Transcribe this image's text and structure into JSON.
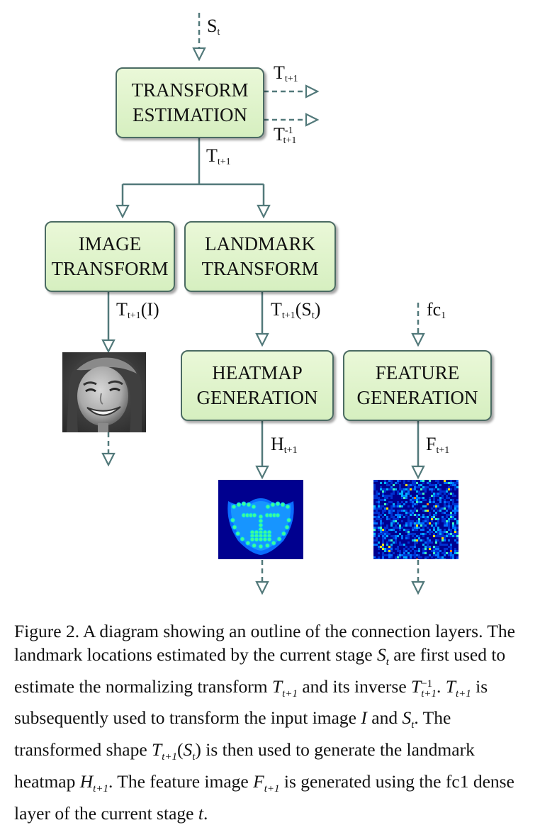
{
  "boxes": {
    "transform_estimation": [
      "TRANSFORM",
      "ESTIMATION"
    ],
    "image_transform": [
      "IMAGE",
      "TRANSFORM"
    ],
    "landmark_transform": [
      "LANDMARK",
      "TRANSFORM"
    ],
    "heatmap_generation": [
      "HEATMAP",
      "GENERATION"
    ],
    "feature_generation": [
      "FEATURE",
      "GENERATION"
    ]
  },
  "labels": {
    "s_t": {
      "base": "S",
      "sub": "t"
    },
    "t_out": {
      "base": "T",
      "sub": "t+1"
    },
    "t_inv_out": {
      "base": "T",
      "sub": "t+1",
      "sup": "-1"
    },
    "t_down": {
      "base": "T",
      "sub": "t+1"
    },
    "t_image": {
      "base": "T",
      "sub": "t+1",
      "suffix": "(I)"
    },
    "t_landmark": {
      "base": "T",
      "sub": "t+1",
      "suffix": "(S",
      "suffix_sub": "t",
      "suffix_end": ")"
    },
    "fc1": {
      "base": "fc",
      "sub": "1"
    },
    "h": {
      "base": "H",
      "sub": "t+1"
    },
    "f": {
      "base": "F",
      "sub": "t+1"
    }
  },
  "colors": {
    "arrow": "#52797a",
    "box_border": "#4b6b63",
    "box_fill_top": "#eaf8d8",
    "box_fill_bottom": "#d6efc0"
  },
  "images": {
    "face": "grayscale-face-photo",
    "heatmap": "landmark-heatmap",
    "feature": "feature-image"
  },
  "caption": {
    "parts": [
      {
        "t": "Figure 2. A diagram showing an outline of the connection layers. The landmark locations estimated by the current stage "
      },
      {
        "m": "S",
        "sub": "t"
      },
      {
        "t": " are first used to estimate the normalizing transform "
      },
      {
        "m": "T",
        "sub": "t+1"
      },
      {
        "t": " and its inverse "
      },
      {
        "m": "T",
        "sub": "t+1",
        "sup": "−1"
      },
      {
        "t": ". "
      },
      {
        "m": "T",
        "sub": "t+1"
      },
      {
        "t": " is subsequently used to transform the input image "
      },
      {
        "m": "I"
      },
      {
        "t": " and "
      },
      {
        "m": "S",
        "sub": "t"
      },
      {
        "t": ". The transformed shape "
      },
      {
        "m": "T",
        "sub": "t+1"
      },
      {
        "t": "("
      },
      {
        "m": "S",
        "sub": "t"
      },
      {
        "t": ") is then used to generate the landmark heatmap "
      },
      {
        "m": "H",
        "sub": "t+1"
      },
      {
        "t": ". The feature image "
      },
      {
        "m": "F",
        "sub": "t+1"
      },
      {
        "t": " is generated using the fc1 dense layer of the current stage "
      },
      {
        "m": "t"
      },
      {
        "t": "."
      }
    ]
  }
}
